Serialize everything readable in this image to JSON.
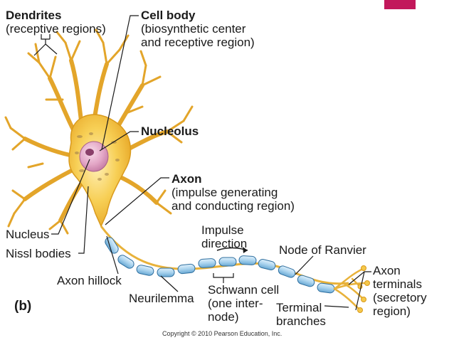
{
  "labels": {
    "dendrites": {
      "title": "Dendrites",
      "detail": "(receptive regions)"
    },
    "cell_body": {
      "title": "Cell body",
      "detail_1": "(biosynthetic center",
      "detail_2": "and receptive region)"
    },
    "nucleolus": "Nucleolus",
    "axon": {
      "title": "Axon",
      "detail_1": "(impulse generating",
      "detail_2": "and conducting region)"
    },
    "nucleus": "Nucleus",
    "nissl_bodies": "Nissl bodies",
    "axon_hillock": "Axon hillock",
    "impulse_direction": {
      "line_1": "Impulse",
      "line_2": "direction"
    },
    "node_of_ranvier": "Node of Ranvier",
    "neurilemma": "Neurilemma",
    "schwann_cell": {
      "line_1": "Schwann cell",
      "line_2": "(one inter-",
      "line_3": "node)"
    },
    "terminal_branches": {
      "line_1": "Terminal",
      "line_2": "branches"
    },
    "axon_terminals": {
      "line_1": "Axon",
      "line_2": "terminals",
      "line_3": "(secretory",
      "line_4": "region)"
    },
    "panel_letter": "(b)"
  },
  "copyright": "Copyright © 2010 Pearson Education, Inc.",
  "colors": {
    "cytoplasm": "#f5c84a",
    "cytoplasm_edge": "#d99a1c",
    "nucleus": "#e3a6c6",
    "myelin": "#a9d3ee",
    "myelin_edge": "#2f6f9f",
    "corner_tab": "#c2185b"
  }
}
